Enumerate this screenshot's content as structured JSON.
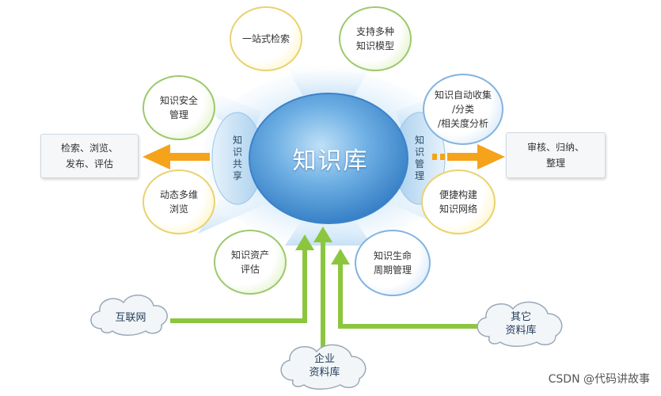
{
  "center": {
    "title": "知识库"
  },
  "side_labels": {
    "left": "知\n识\n共\n享",
    "right": "知\n识\n管\n理"
  },
  "bubbles": [
    {
      "text": "一站式检索",
      "color": "yellow"
    },
    {
      "text": "支持多种\n知识模型",
      "color": "green"
    },
    {
      "text": "知识自动收集\n/分类\n/相关度分析",
      "color": "blue"
    },
    {
      "text": "便捷构建\n知识网络",
      "color": "yellow"
    },
    {
      "text": "知识生命\n周期管理",
      "color": "blue"
    },
    {
      "text": "知识资产\n评估",
      "color": "green"
    },
    {
      "text": "动态多维\n浏览",
      "color": "yellow"
    },
    {
      "text": "知识安全\n管理",
      "color": "green"
    }
  ],
  "outputs": {
    "left": "检索、浏览、\n发布、评估",
    "right": "审核、归纳、\n整理"
  },
  "sources": {
    "internet": "互联网",
    "enterprise": "企业\n资料库",
    "other": "其它\n资料库"
  },
  "watermark": "CSDN @代码讲故事",
  "colors": {
    "hub_blue": "#4a90d0",
    "arrow_orange": "#f5a31a",
    "arrow_green": "#8cc63f",
    "bubble_yellow": "#e9d270",
    "bubble_green": "#9cc96c",
    "bubble_blue": "#84b3df"
  }
}
